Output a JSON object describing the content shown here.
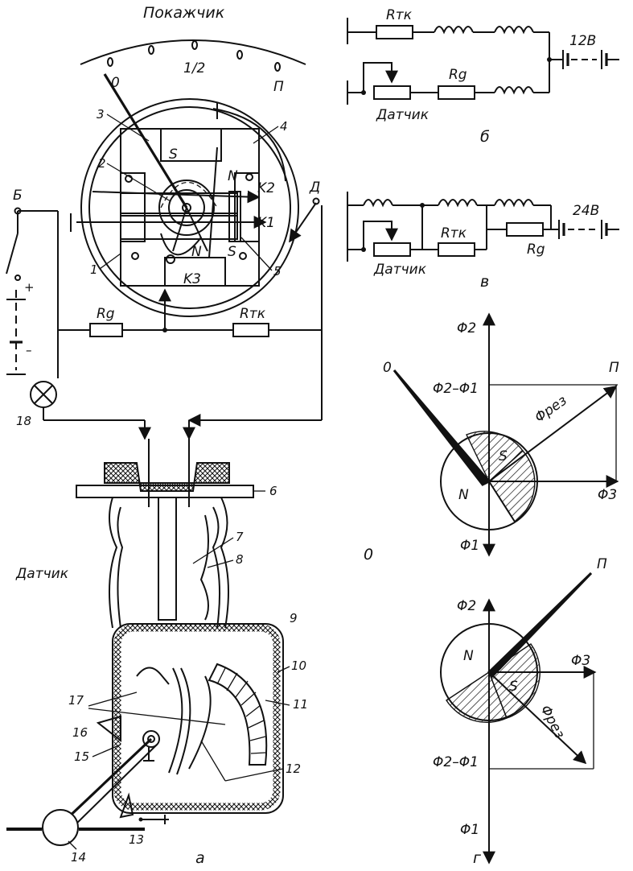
{
  "indicator": {
    "title": "Покажчик",
    "scale_zero": "0",
    "scale_half": "1/2",
    "scale_full": "П"
  },
  "labels": {
    "b_terminal": "Б",
    "d_terminal": "Д",
    "pole_s": "S",
    "pole_n": "N",
    "pole_n2": "N",
    "pole_s2": "S",
    "coil_k1": "K1",
    "coil_k2": "K2",
    "coil_k3": "K3",
    "resistor_rg": "Rg",
    "resistor_rtk": "Rтк",
    "sensor": "Датчик",
    "part_a": "а"
  },
  "numbers": [
    "1",
    "2",
    "3",
    "4",
    "5",
    "6",
    "7",
    "8",
    "9",
    "10",
    "11",
    "12",
    "13",
    "14",
    "15",
    "16",
    "17",
    "18"
  ],
  "circuit_b": {
    "rtk": "Rтк",
    "rg": "Rg",
    "voltage": "12В",
    "sensor": "Датчик",
    "letter": "б"
  },
  "circuit_v": {
    "rtk": "Rтк",
    "rg": "Rg",
    "voltage": "24В",
    "sensor": "Датчик",
    "letter": "в"
  },
  "vector_top": {
    "phi2": "Φ2",
    "phi2_minus_phi1": "Φ2–Φ1",
    "phi_res": "Φрез",
    "phi3": "Φ3",
    "phi1": "Φ1",
    "pointer_zero": "0",
    "pointer_full": "П",
    "pole_n": "N",
    "pole_s": "S",
    "letter": "0"
  },
  "vector_bottom": {
    "phi2": "Φ2",
    "phi2_minus_phi1": "Φ2–Φ1",
    "phi_res": "Φрез",
    "phi3": "Φ3",
    "phi1": "Φ1",
    "pointer_full": "П",
    "pole_n": "N",
    "pole_s": "S",
    "letter": "г"
  }
}
